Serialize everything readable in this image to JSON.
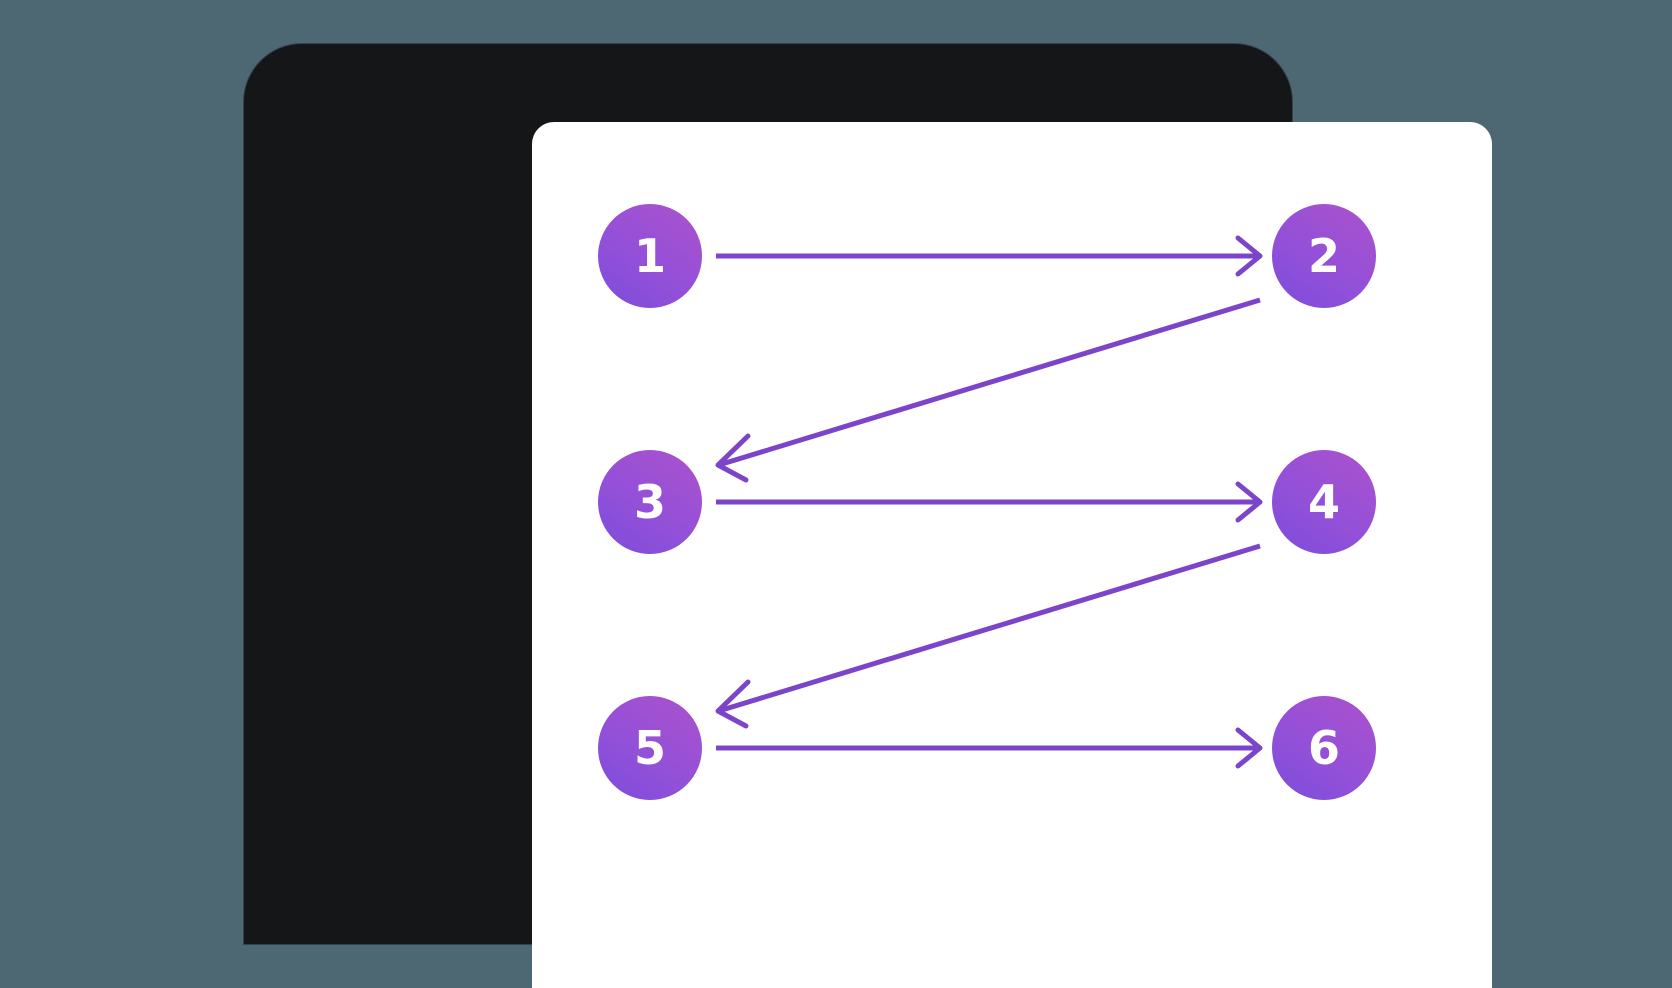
{
  "scene": {
    "background_color": "#4d6773",
    "device": {
      "name": "tablet-frame",
      "bezel_color": "#151618",
      "screen_color": "#ffffff"
    }
  },
  "diagram": {
    "title": "",
    "type": "node-link-graph",
    "node_gradient": {
      "from": "#7c4ddb",
      "to": "#ab52cc"
    },
    "edge_color": "#7c45c9",
    "nodes": [
      {
        "id": "1",
        "label": "1",
        "col": "left",
        "row": 1
      },
      {
        "id": "2",
        "label": "2",
        "col": "right",
        "row": 1
      },
      {
        "id": "3",
        "label": "3",
        "col": "left",
        "row": 2
      },
      {
        "id": "4",
        "label": "4",
        "col": "right",
        "row": 2
      },
      {
        "id": "5",
        "label": "5",
        "col": "left",
        "row": 3
      },
      {
        "id": "6",
        "label": "6",
        "col": "right",
        "row": 3
      }
    ],
    "edges": [
      {
        "id": "e1",
        "from": "1",
        "to": "2",
        "direction": "right",
        "style": "horizontal"
      },
      {
        "id": "e2",
        "from": "2",
        "to": "3",
        "direction": "left-down",
        "style": "diagonal"
      },
      {
        "id": "e3",
        "from": "3",
        "to": "4",
        "direction": "right",
        "style": "horizontal"
      },
      {
        "id": "e4",
        "from": "4",
        "to": "5",
        "direction": "left-down",
        "style": "diagonal"
      },
      {
        "id": "e5",
        "from": "5",
        "to": "6",
        "direction": "right",
        "style": "horizontal"
      }
    ]
  }
}
